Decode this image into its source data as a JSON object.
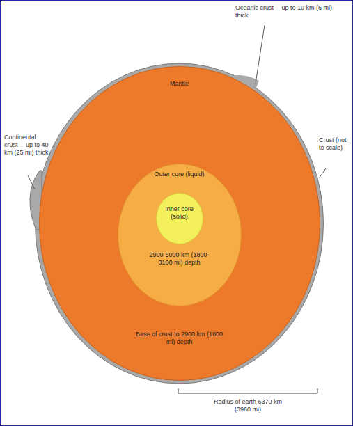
{
  "diagram": {
    "nodes": [
      {
        "text": [
          "Mantle",
          "Base of crust to 2900 km (1800 mi) depth"
        ]
      },
      {
        "text": [
          "Outer core (liquid)",
          "2900-5000 km (1800-3100 mi) depth"
        ],
        "in": 0
      },
      {
        "text": [
          "Inner core (solid)"
        ],
        "in": 1
      }
    ],
    "labels": [
      "Continental crust— up to 40 km (25 mi) thick",
      "Oceanic crust— up to 10 km (6 mi) thick",
      "Crust (not to scale)",
      "Radius of earth 6370 km (3960 mi)"
    ]
  }
}
